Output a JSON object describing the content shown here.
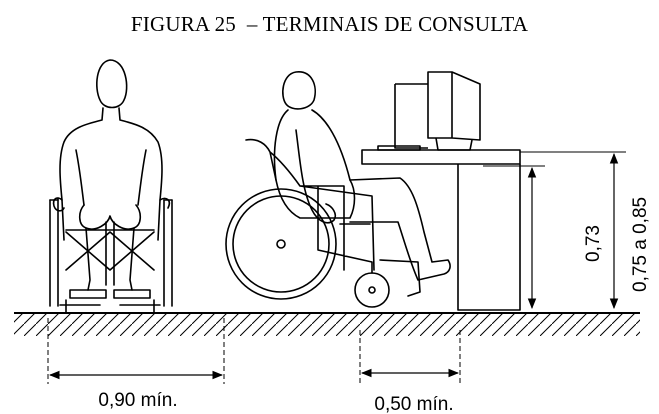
{
  "figure": {
    "title": "FIGURA 25  – TERMINAIS DE CONSULTA"
  },
  "dimensions": {
    "front_width": "0,90 mín.",
    "knee_depth": "0,50 mín.",
    "knee_height": "0,73",
    "table_height": "0,75 a 0,85"
  }
}
